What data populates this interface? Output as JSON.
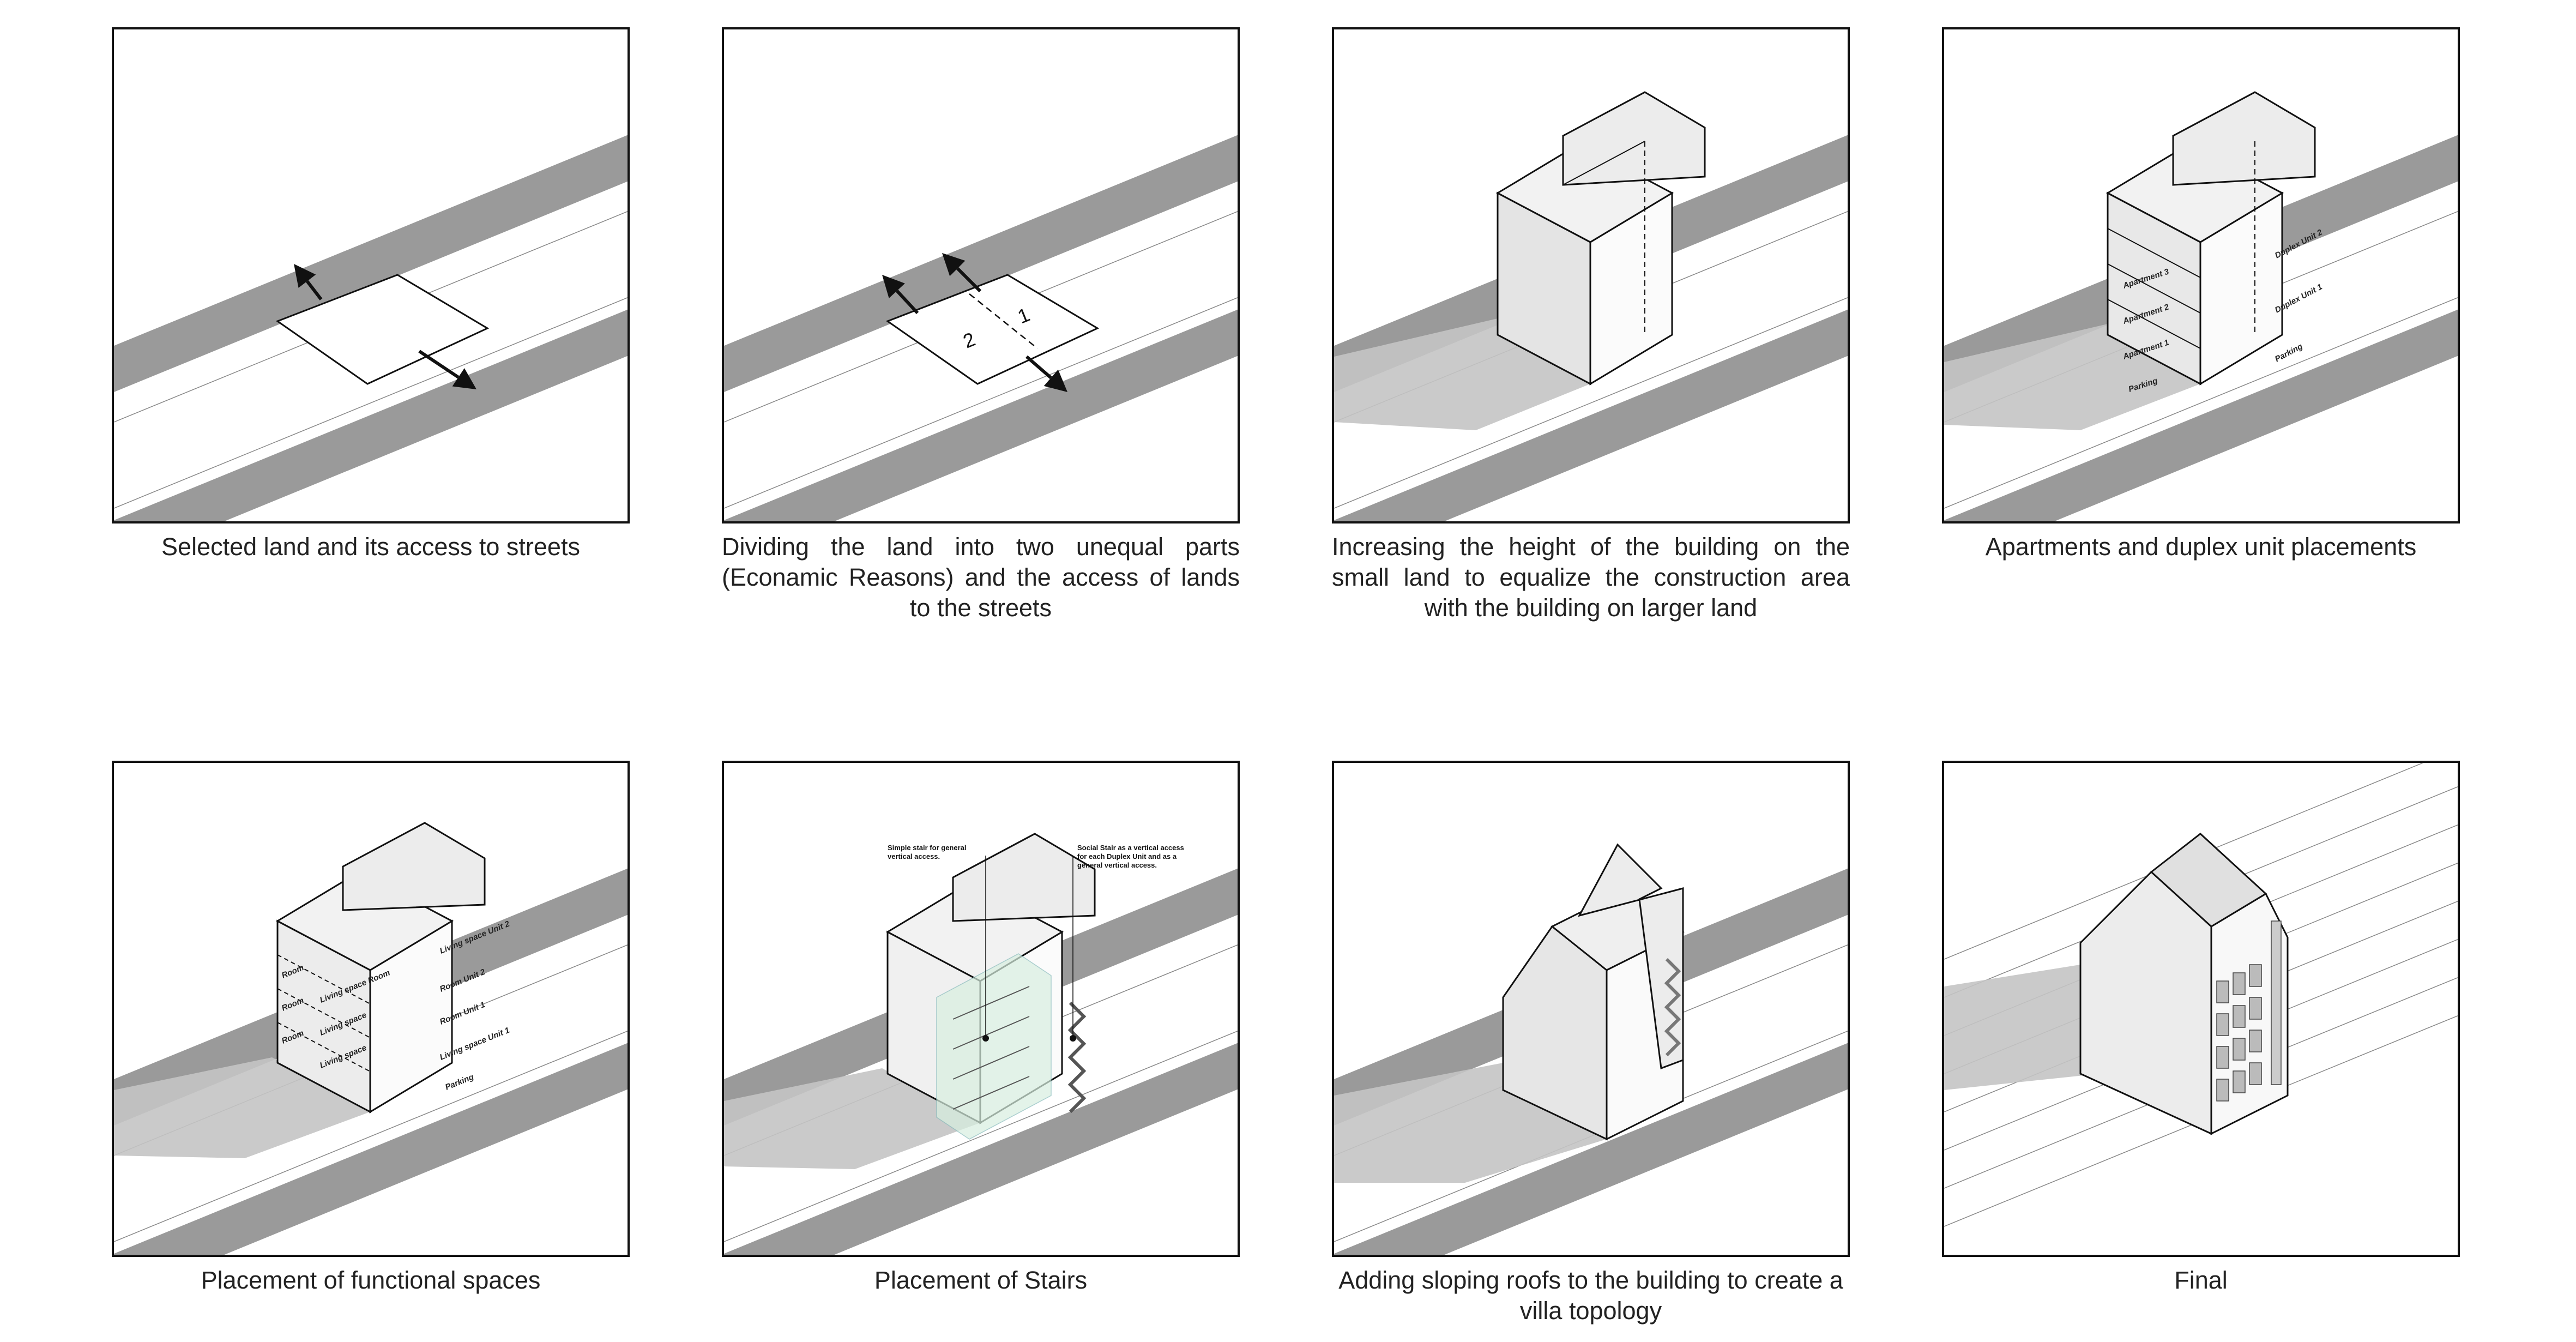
{
  "panels": [
    {
      "caption": "Selected land and its access to streets",
      "align": "center"
    },
    {
      "caption": "Dividing the land into two unequal parts (Econamic Reasons) and the access of lands to the streets",
      "align": "justify",
      "parcel_labels": [
        "2",
        "1"
      ]
    },
    {
      "caption": "Increasing the height of the building on the small land to equalize the construction area with the building on larger land",
      "align": "justify"
    },
    {
      "caption": "Apartments and duplex unit placements",
      "align": "center",
      "labels": {
        "apt3": "Apartment 3",
        "apt2": "Apartment 2",
        "apt1": "Apartment 1",
        "parking_left": "Parking",
        "duplex2": "Duplex Unit 2",
        "duplex1": "Duplex Unit 1",
        "parking_right": "Parking"
      }
    },
    {
      "caption": "Placement of functional spaces",
      "align": "center",
      "labels": {
        "left1": "Room",
        "left2": "Room",
        "left3": "Room",
        "mid1": "Living space Room",
        "mid2": "Living space",
        "mid3": "Living space",
        "right1": "Living space Unit 2",
        "right2": "Room Unit 2",
        "right3": "Room Unit 1",
        "right4": "Living space Unit 1",
        "right5": "Parking"
      }
    },
    {
      "caption": "Placement of Stairs",
      "align": "center",
      "annotations": {
        "left": [
          "Simple stair for general",
          "vertical access."
        ],
        "right": [
          "Social Stair as a vertical access",
          "for each Duplex Unit and as a",
          "general vertical access."
        ]
      }
    },
    {
      "caption": "Adding sloping roofs to the building to create a villa topology",
      "align": "center"
    },
    {
      "caption": "Final",
      "align": "center"
    }
  ],
  "colors": {
    "road": "#9a9a9a",
    "shadow": "#c4c4c4",
    "wall_light": "#ffffff",
    "wall_shade": "#dcdcdc",
    "roof": "#e6e6e6",
    "glass": "#d8efe0",
    "stroke": "#111111"
  }
}
